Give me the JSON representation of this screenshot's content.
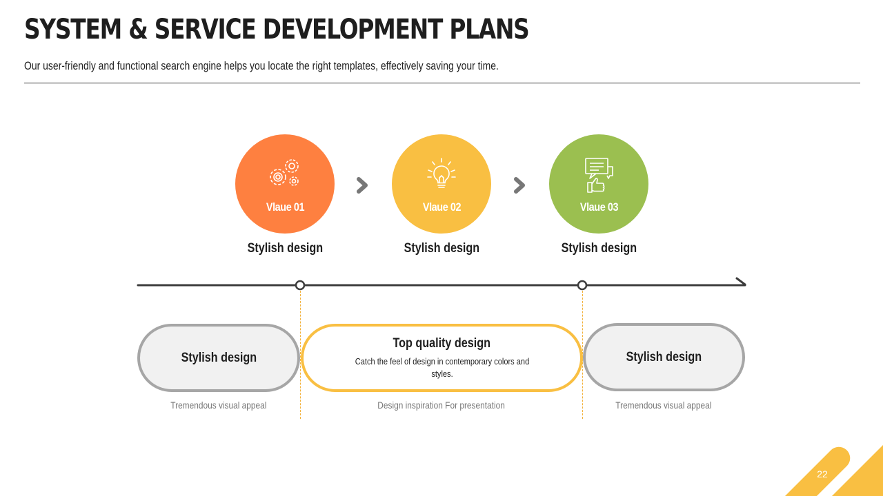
{
  "header": {
    "title": "SYSTEM & SERVICE DEVELOPMENT PLANS",
    "subtitle": "Our user-friendly and functional search engine helps you locate the right templates, effectively saving your time."
  },
  "steps": [
    {
      "label": "Vlaue 01",
      "caption": "Stylish design",
      "color": "#fe8040",
      "icon": "gears-icon"
    },
    {
      "label": "Vlaue 02",
      "caption": "Stylish design",
      "color": "#f9bf42",
      "icon": "lightbulb-icon"
    },
    {
      "label": "Vlaue 03",
      "caption": "Stylish design",
      "color": "#9bbf50",
      "icon": "chat-thumbs-up-icon"
    }
  ],
  "pills": [
    {
      "title": "Stylish design",
      "caption": "Tremendous visual appeal"
    },
    {
      "title": "Top quality design",
      "description": "Catch the feel of design in contemporary colors and styles.",
      "caption": "Design inspiration For presentation"
    },
    {
      "title": "Stylish design",
      "caption": "Tremendous visual appeal"
    }
  ],
  "colors": {
    "orange": "#fe8040",
    "yellow": "#f9bf42",
    "green": "#9bbf50",
    "gray": "#a6a6a6"
  },
  "page_number": "22"
}
